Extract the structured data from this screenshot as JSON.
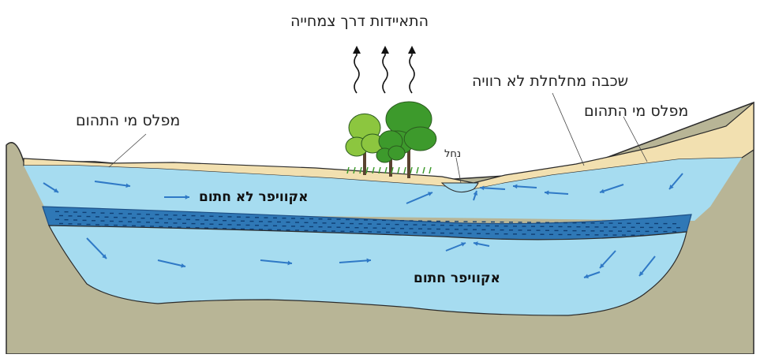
{
  "labels": {
    "evapotranspiration": "התאיידות דרך צמחייה",
    "unsaturated_layer": "שכבה מחלחלת לא רוויה",
    "water_table_left": "מפלס מי התהום",
    "water_table_right": "מפלס מי התהום",
    "stream": "נחל",
    "unconfined_aquifer": "אקוויפר לא חתום",
    "confined_aquifer": "אקוויפר חתום"
  },
  "colors": {
    "sky": "#ffffff",
    "bedrock": "#b8b596",
    "bedrock_outline": "#2b2b2b",
    "aquifer_water": "#a6dcf0",
    "unsaturated_soil": "#f2e0b0",
    "aquitard": "#2f78b6",
    "aquitard_dash": "#0f3e73",
    "flow_arrow": "#2f79c6",
    "tree_dark": "#3d9a2c",
    "tree_light": "#8cc63f",
    "trunk": "#5a4330"
  },
  "icons": [
    "tree-icon",
    "evaporation-arrow-icon",
    "flow-arrow-icon",
    "leader-line-icon"
  ]
}
